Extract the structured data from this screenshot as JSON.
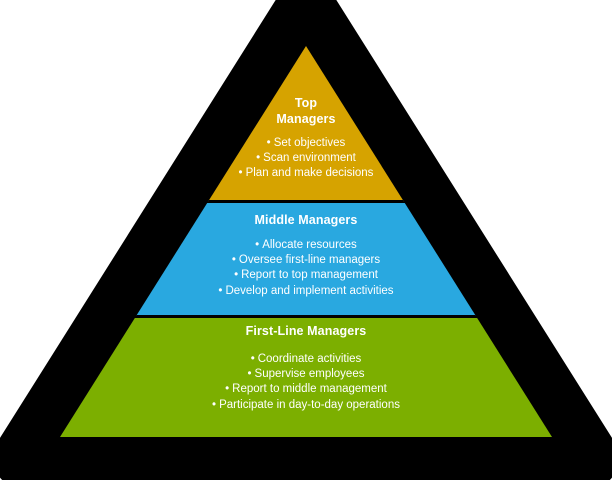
{
  "diagram": {
    "type": "pyramid",
    "shape": "rounded-triangle-with-black-border",
    "background_color": "#ffffff",
    "border_color": "#000000",
    "divider_color": "#000000",
    "text_color": "#ffffff",
    "bullet_glyph": "•",
    "tiers": [
      {
        "id": "top-managers",
        "title": "Top\nManagers",
        "title_plain": "Top Managers",
        "color": "#D6A300",
        "bullets": [
          "Set objectives",
          "Scan environment",
          "Plan and make decisions"
        ]
      },
      {
        "id": "middle-managers",
        "title": "Middle Managers",
        "title_plain": "Middle Managers",
        "color": "#29A8E0",
        "bullets": [
          "Allocate resources",
          "Oversee first-line managers",
          "Report to top management",
          "Develop and implement activities"
        ]
      },
      {
        "id": "first-line-managers",
        "title": "First-Line Managers",
        "title_plain": "First-Line Managers",
        "color": "#7CAF00",
        "bullets": [
          "Coordinate activities",
          "Supervise employees",
          "Report to middle management",
          "Participate in day-to-day operations"
        ]
      }
    ]
  }
}
